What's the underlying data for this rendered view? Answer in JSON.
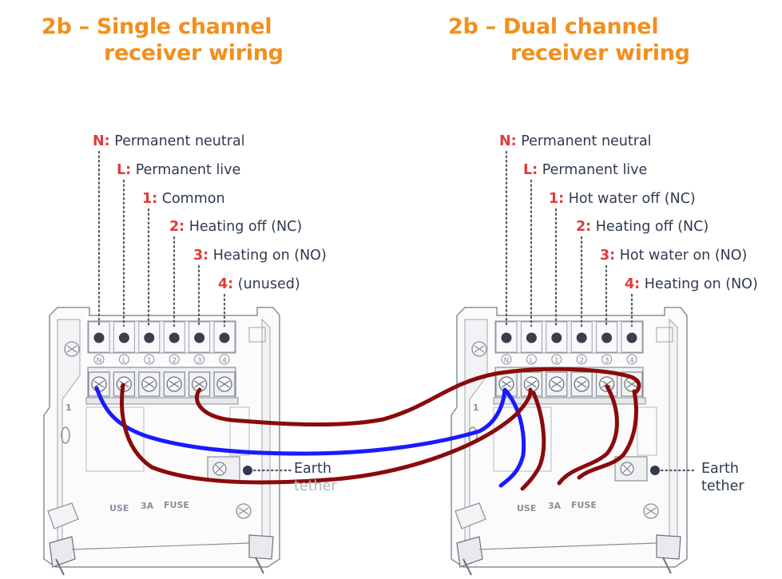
{
  "left": {
    "title_line1": "2b – Single channel",
    "title_line2": "receiver wiring",
    "labels": [
      {
        "key": "N:",
        "text": " Permanent neutral"
      },
      {
        "key": "L:",
        "text": " Permanent live"
      },
      {
        "key": "1:",
        "text": " Common"
      },
      {
        "key": "2:",
        "text": " Heating off (NC)"
      },
      {
        "key": "3:",
        "text": " Heating on (NO)"
      },
      {
        "key": "4:",
        "text": " (unused)"
      }
    ],
    "earth_line1": "Earth",
    "earth_line2": "tether",
    "terminal_marks": [
      "N",
      "L",
      "1",
      "2",
      "3",
      "4"
    ],
    "base_text": {
      "use": "USE",
      "amps": "3A",
      "fuse": "FUSE",
      "one": "1"
    }
  },
  "right": {
    "title_line1": "2b – Dual channel",
    "title_line2": "receiver wiring",
    "labels": [
      {
        "key": "N:",
        "text": " Permanent neutral"
      },
      {
        "key": "L:",
        "text": " Permanent live"
      },
      {
        "key": "1:",
        "text": " Hot water off (NC)"
      },
      {
        "key": "2:",
        "text": " Heating off (NC)"
      },
      {
        "key": "3:",
        "text": " Hot water on (NO)"
      },
      {
        "key": "4:",
        "text": " Heating on (NO)"
      }
    ],
    "earth_line1": "Earth",
    "earth_line2": "tether",
    "terminal_marks": [
      "N",
      "L",
      "1",
      "2",
      "3",
      "4"
    ],
    "base_text": {
      "use": "USE",
      "amps": "3A",
      "fuse": "FUSE",
      "one": "1"
    }
  },
  "colors": {
    "title": "#f0901e",
    "key": "#e03a3a",
    "label": "#2f3a4e",
    "wire_blue": "#1a1aff",
    "wire_red": "#8b0a0a",
    "dots": "#555a66",
    "outline": "#8a8f99"
  }
}
